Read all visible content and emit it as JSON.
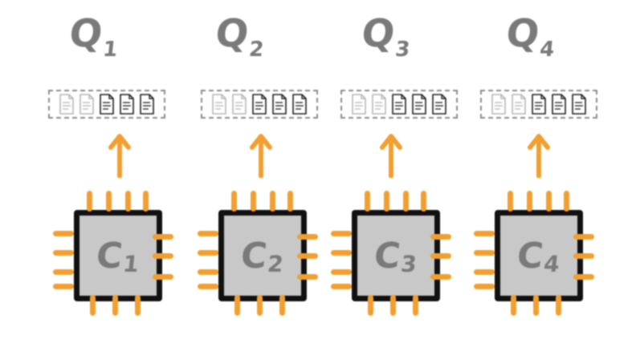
{
  "queues": [
    {
      "letter": "Q",
      "sub": "1",
      "docs_faded": 2,
      "docs_total": 5
    },
    {
      "letter": "Q",
      "sub": "2",
      "docs_faded": 2,
      "docs_total": 5
    },
    {
      "letter": "Q",
      "sub": "3",
      "docs_faded": 2,
      "docs_total": 5
    },
    {
      "letter": "Q",
      "sub": "4",
      "docs_faded": 2,
      "docs_total": 5
    }
  ],
  "cores": [
    {
      "letter": "C",
      "sub": "1"
    },
    {
      "letter": "C",
      "sub": "2"
    },
    {
      "letter": "C",
      "sub": "3"
    },
    {
      "letter": "C",
      "sub": "4"
    }
  ],
  "colors": {
    "arrow": "#f0a030",
    "pins": "#f0a030",
    "chip_fill": "#c8c8c8",
    "chip_border": "#111111",
    "label_gray": "#7a7a7a"
  },
  "icons": {
    "document": "document-icon",
    "arrow": "arrow-up-icon"
  }
}
